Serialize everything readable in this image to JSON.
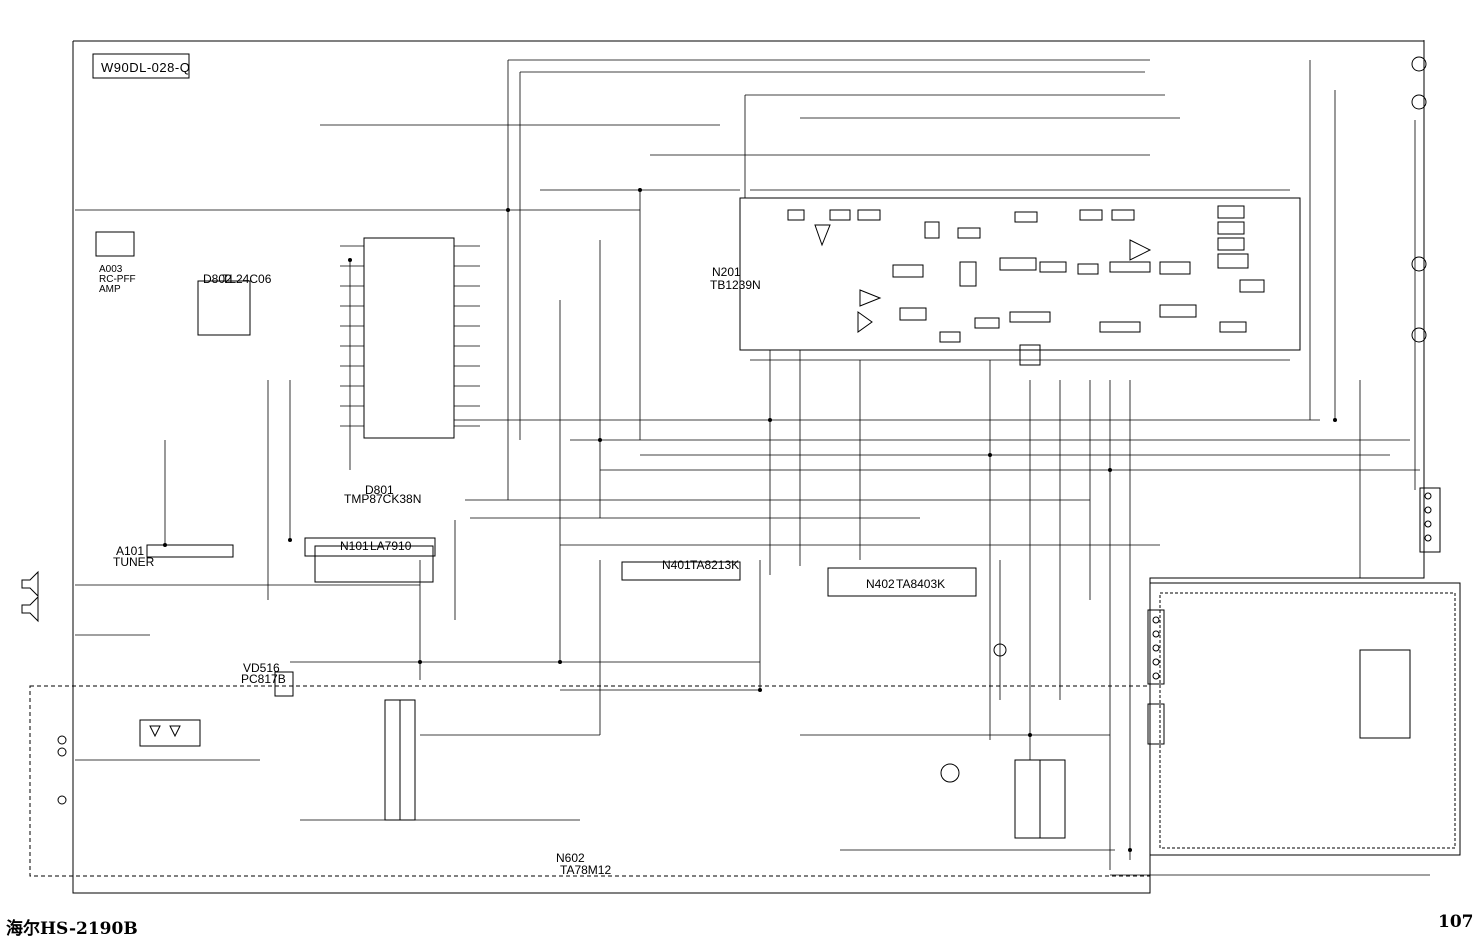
{
  "drawing_code": "W90DL-028-Q",
  "footer": {
    "title": "海尔HS-2190B",
    "page": "107"
  },
  "ics": {
    "n201": {
      "ref": "N201",
      "part": "TB1239N"
    },
    "n101": {
      "ref": "N101",
      "part": "LA7910"
    },
    "n401": {
      "ref": "N401",
      "part": "TA8213K"
    },
    "n402": {
      "ref": "N402",
      "part": "TA8403K"
    },
    "n602": {
      "ref": "N602",
      "part": "TA78M12"
    },
    "d801": {
      "ref": "D801",
      "part": "TMP87CK38N"
    },
    "d802": {
      "ref": "D802",
      "part": "TL24C06"
    }
  },
  "modules": {
    "a101": {
      "ref": "A101",
      "name": "TUNER"
    },
    "a003": {
      "ref": "A003",
      "lines": [
        "RC-PFF",
        "AMP"
      ]
    },
    "vd516": {
      "ref": "VD516",
      "part": "PC817B"
    }
  }
}
